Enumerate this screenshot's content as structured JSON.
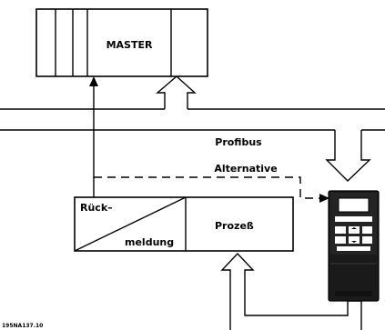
{
  "diagram": {
    "master_label": "MASTER",
    "bus_label": "Profibus",
    "alternative_label": "Alternative",
    "rueck_label": "Rück–",
    "meldung_label": "meldung",
    "prozess_label": "Prozeß",
    "footnote": "195NA137.10",
    "colors": {
      "ink": "#000000",
      "background": "#ffffff",
      "drive_body": "#1a1a1a"
    }
  }
}
